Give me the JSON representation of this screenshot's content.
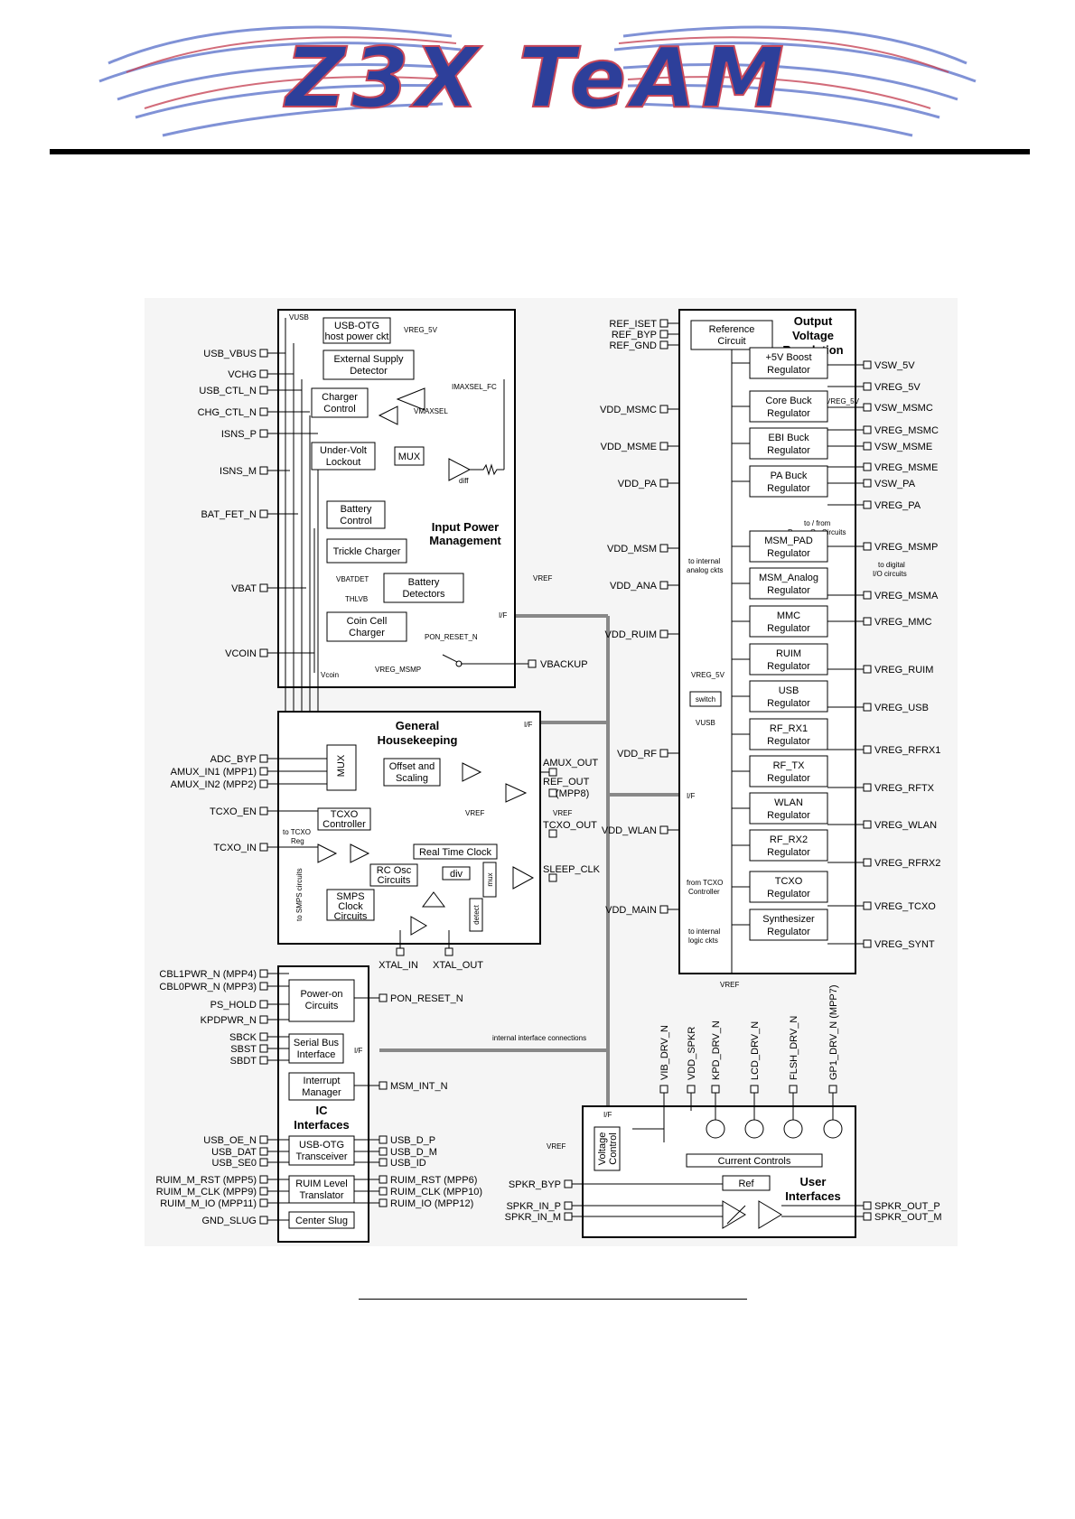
{
  "logo": {
    "text": "Z3X TeAM"
  },
  "ipm": {
    "title1": "Input Power",
    "title2": "Management",
    "vusb": "VUSB",
    "usbotg1": "USB-OTG",
    "usbotg2": "host power ckt",
    "vreg5v": "VREG_5V",
    "ext1": "External Supply",
    "ext2": "Detector",
    "imax_fc": "IMAXSEL_FC",
    "chg1": "Charger",
    "chg2": "Control",
    "vmaxsel": "VMAXSEL",
    "uv1": "Under-Volt",
    "uv2": "Lockout",
    "mux": "MUX",
    "diff": "diff",
    "bc1": "Battery",
    "bc2": "Control",
    "trickle": "Trickle Charger",
    "vbatdet": "VBATDET",
    "thlvb": "THLVB",
    "bd1": "Battery",
    "bd2": "Detectors",
    "vref": "VREF",
    "cc1": "Coin Cell",
    "cc2": "Charger",
    "ponreset": "PON_RESET_N",
    "vregmsmp": "VREG_MSMP",
    "vcoin": "Vcoin",
    "if": "I/F"
  },
  "ipm_pins_left": [
    "USB_VBUS",
    "VCHG",
    "USB_CTL_N",
    "CHG_CTL_N",
    "ISNS_P",
    "ISNS_M",
    "BAT_FET_N",
    "VBAT",
    "VCOIN"
  ],
  "ipm_pin_right": "VBACKUP",
  "gh": {
    "title1": "General",
    "title2": "Housekeeping",
    "mux": "MUX",
    "off1": "Offset and",
    "off2": "Scaling",
    "vref": "VREF",
    "vref2": "VREF",
    "tcxo1": "TCXO",
    "tcxo2": "Controller",
    "totcxo1": "to TCXO",
    "totcxo2": "Reg",
    "rtc": "Real Time Clock",
    "rc1": "RC Osc",
    "rc2": "Circuits",
    "div": "div",
    "muxv": "mux",
    "smps1": "SMPS",
    "smps2": "Clock",
    "smps3": "Circuits",
    "tosmps": "to SMPS circuits",
    "detect": "detect",
    "if": "I/F"
  },
  "gh_pins_left": [
    "ADC_BYP",
    "AMUX_IN1 (MPP1)",
    "AMUX_IN2 (MPP2)",
    "TCXO_EN",
    "TCXO_IN"
  ],
  "gh_pins_right": [
    "AMUX_OUT",
    "REF_OUT",
    "(MPP8)",
    "TCXO_OUT",
    "SLEEP_CLK"
  ],
  "gh_pins_bottom": [
    "XTAL_IN",
    "XTAL_OUT"
  ],
  "ic": {
    "pon1": "Power-on",
    "pon2": "Circuits",
    "sb1": "Serial Bus",
    "sb2": "Interface",
    "im1": "Interrupt",
    "im2": "Manager",
    "title1": "IC",
    "title2": "Interfaces",
    "otg1": "USB-OTG",
    "otg2": "Transceiver",
    "ruim1": "RUIM Level",
    "ruim2": "Translator",
    "slug": "Center Slug",
    "if": "I/F",
    "internal": "internal interface connections"
  },
  "ic_pins_left": [
    "CBL1PWR_N (MPP4)",
    "CBL0PWR_N (MPP3)",
    "PS_HOLD",
    "KPDPWR_N",
    "SBCK",
    "SBST",
    "SBDT",
    "USB_OE_N",
    "USB_DAT",
    "USB_SE0",
    "RUIM_M_RST (MPP5)",
    "RUIM_M_CLK (MPP9)",
    "RUIM_M_IO (MPP11)",
    "GND_SLUG"
  ],
  "ic_pins_right": [
    "PON_RESET_N",
    "MSM_INT_N",
    "USB_D_P",
    "USB_D_M",
    "USB_ID",
    "RUIM_RST (MPP6)",
    "RUIM_CLK (MPP10)",
    "RUIM_IO (MPP12)"
  ],
  "ovr": {
    "title1": "Output",
    "title2": "Voltage",
    "title3": "Regulation",
    "ref1": "Reference",
    "ref2": "Circuit",
    "vreg5v": "VREG_5V",
    "toFrom1": "to / from",
    "toFrom2": "Power On Circuits",
    "toAnalog1": "to internal",
    "toAnalog2": "analog ckts",
    "toDigital1": "to digital",
    "toDigital2": "I/O circuits",
    "vreg5vsw": "VREG_5V",
    "switch": "switch",
    "vusb": "VUSB",
    "if": "I/F",
    "fromTcxo1": "from TCXO",
    "fromTcxo2": "Controller",
    "toLogic1": "to internal",
    "toLogic2": "logic ckts",
    "vref": "VREF",
    "regs": [
      {
        "l1": "+5V Boost",
        "l2": "Regulator"
      },
      {
        "l1": "Core Buck",
        "l2": "Regulator"
      },
      {
        "l1": "EBI Buck",
        "l2": "Regulator"
      },
      {
        "l1": "PA Buck",
        "l2": "Regulator"
      },
      {
        "l1": "MSM_PAD",
        "l2": "Regulator"
      },
      {
        "l1": "MSM_Analog",
        "l2": "Regulator"
      },
      {
        "l1": "MMC",
        "l2": "Regulator"
      },
      {
        "l1": "RUIM",
        "l2": "Regulator"
      },
      {
        "l1": "USB",
        "l2": "Regulator"
      },
      {
        "l1": "RF_RX1",
        "l2": "Regulator"
      },
      {
        "l1": "RF_TX",
        "l2": "Regulator"
      },
      {
        "l1": "WLAN",
        "l2": "Regulator"
      },
      {
        "l1": "RF_RX2",
        "l2": "Regulator"
      },
      {
        "l1": "TCXO",
        "l2": "Regulator"
      },
      {
        "l1": "Synthesizer",
        "l2": "Regulator"
      }
    ]
  },
  "ovr_pins_left": [
    "REF_ISET",
    "REF_BYP",
    "REF_GND",
    "VDD_MSMC",
    "VDD_MSME",
    "VDD_PA",
    "VDD_MSM",
    "VDD_ANA",
    "VDD_RUIM",
    "VDD_RF",
    "VDD_WLAN",
    "VDD_MAIN"
  ],
  "ovr_pins_right": [
    "VSW_5V",
    "VREG_5V",
    "VSW_MSMC",
    "VREG_MSMC",
    "VSW_MSME",
    "VREG_MSME",
    "VSW_PA",
    "VREG_PA",
    "VREG_MSMP",
    "VREG_MSMA",
    "VREG_MMC",
    "VREG_RUIM",
    "VREG_USB",
    "VREG_RFRX1",
    "VREG_RFTX",
    "VREG_WLAN",
    "VREG_RFRX2",
    "VREG_TCXO",
    "VREG_SYNT"
  ],
  "ui": {
    "title1": "User",
    "title2": "Interfaces",
    "vc1": "Voltage",
    "vc2": "Control",
    "cc": "Current Controls",
    "ref": "Ref",
    "vref": "VREF",
    "if": "I/F"
  },
  "ui_pins_top": [
    "VIB_DRV_N",
    "VDD_SPKR",
    "KPD_DRV_N",
    "LCD_DRV_N",
    "FLSH_DRV_N",
    "GP1_DRV_N (MPP7)"
  ],
  "ui_pins_left": [
    "SPKR_BYP",
    "SPKR_IN_P",
    "SPKR_IN_M"
  ],
  "ui_pins_right": [
    "SPKR_OUT_P",
    "SPKR_OUT_M"
  ]
}
